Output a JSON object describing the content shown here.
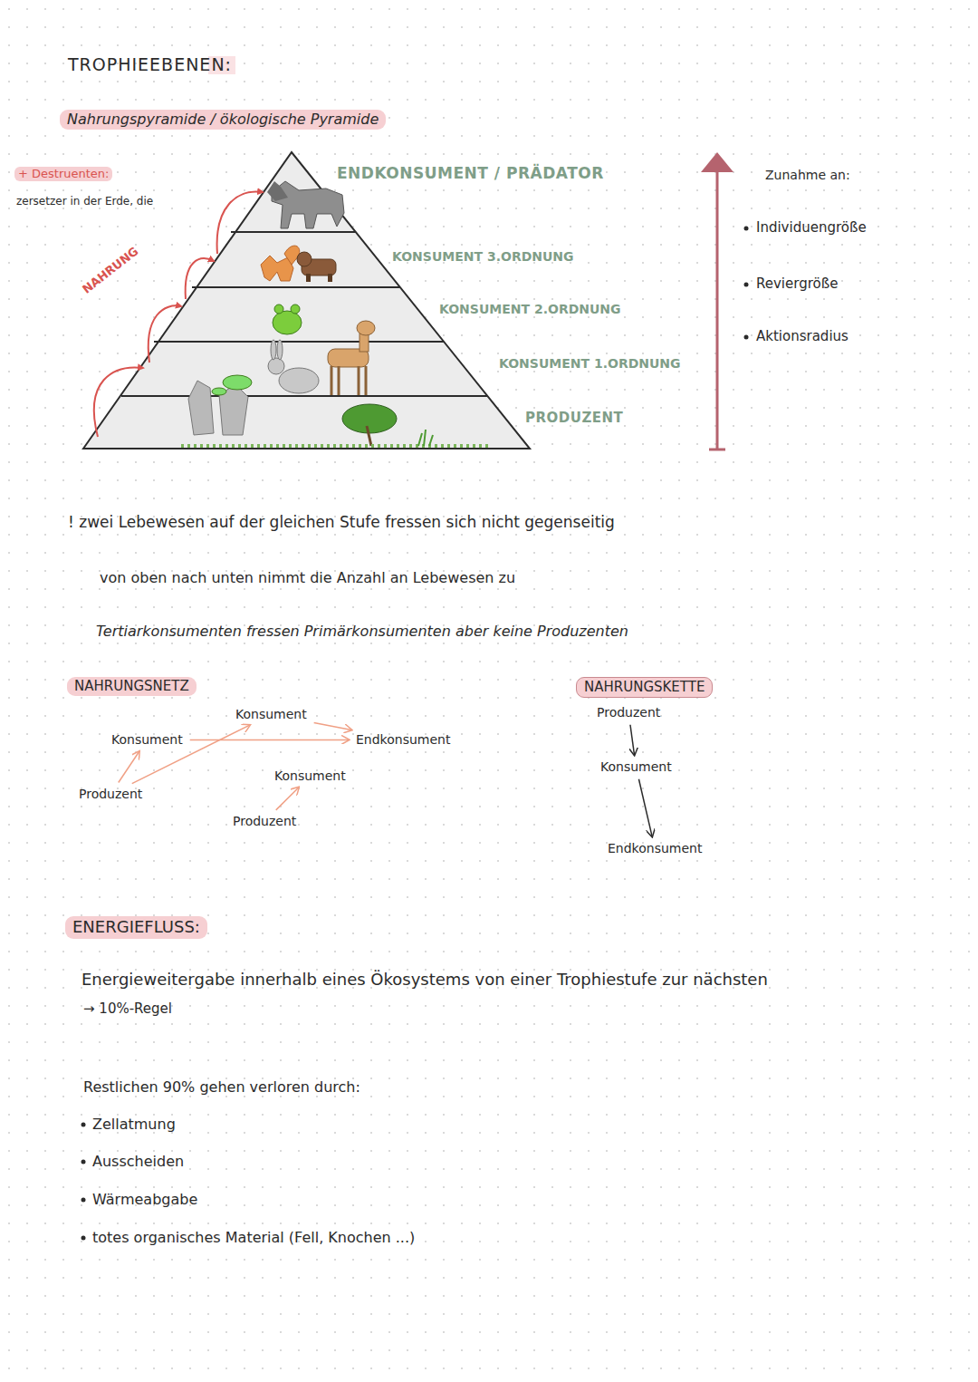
{
  "diagram": {
    "title": "TROPHIEEBENEN:",
    "nodes": [
      {
        "text": [
          "Konsument"
        ]
      },
      {
        "text": [
          "Konsument"
        ]
      },
      {
        "text": [
          "Endkonsument"
        ]
      },
      {
        "text": [
          "Konsument"
        ]
      },
      {
        "text": [
          "Produzent"
        ]
      },
      {
        "text": [
          "Produzent"
        ]
      },
      {
        "text": [
          "Produzent"
        ]
      },
      {
        "text": [
          "Konsument"
        ]
      },
      {
        "text": [
          "Endkonsument"
        ]
      }
    ],
    "edges": [
      {
        "from": 4,
        "to": 1,
        "arrow": "to"
      },
      {
        "from": 4,
        "to": 0,
        "arrow": "to"
      },
      {
        "from": 1,
        "to": 2,
        "arrow": "to"
      },
      {
        "from": 0,
        "to": 2,
        "arrow": "to"
      },
      {
        "from": 5,
        "to": 3,
        "arrow": "to"
      },
      {
        "from": 6,
        "to": 7,
        "arrow": "to"
      },
      {
        "from": 7,
        "to": 8,
        "arrow": "to"
      }
    ],
    "labels": [
      "Nahrungspyramide / ökologische Pyramide",
      "+ Destruenten:",
      "zersetzer in der Erde, die",
      "NAHRUNG",
      "ENDKONSUMENT / PRÄDATOR",
      "KONSUMENT 3.ORDNUNG",
      "KONSUMENT 2.ORDNUNG",
      "KONSUMENT 1.ORDNUNG",
      "PRODUZENT",
      "Zunahme an:",
      "Individuengröße",
      "Reviergröße",
      "Aktionsradius",
      "! zwei Lebewesen auf der gleichen Stufe fressen sich nicht gegenseitig",
      "von oben nach unten nimmt die Anzahl an Lebewesen zu",
      "Tertiarkonsumenten fressen Primärkonsumenten aber keine Produzenten",
      "NAHRUNGSNETZ",
      "NAHRUNGSKETTE",
      "ENERGIEFLUSS:",
      "Energieweitergabe innerhalb eines Ökosystems von einer Trophiestufe zur nächsten",
      "→ 10%-Regel",
      "Restlichen 90% gehen verloren durch:",
      "Zellatmung",
      "Ausscheiden",
      "Wärmeabgabe",
      "totes organisches Material (Fell, Knochen ...)"
    ]
  }
}
